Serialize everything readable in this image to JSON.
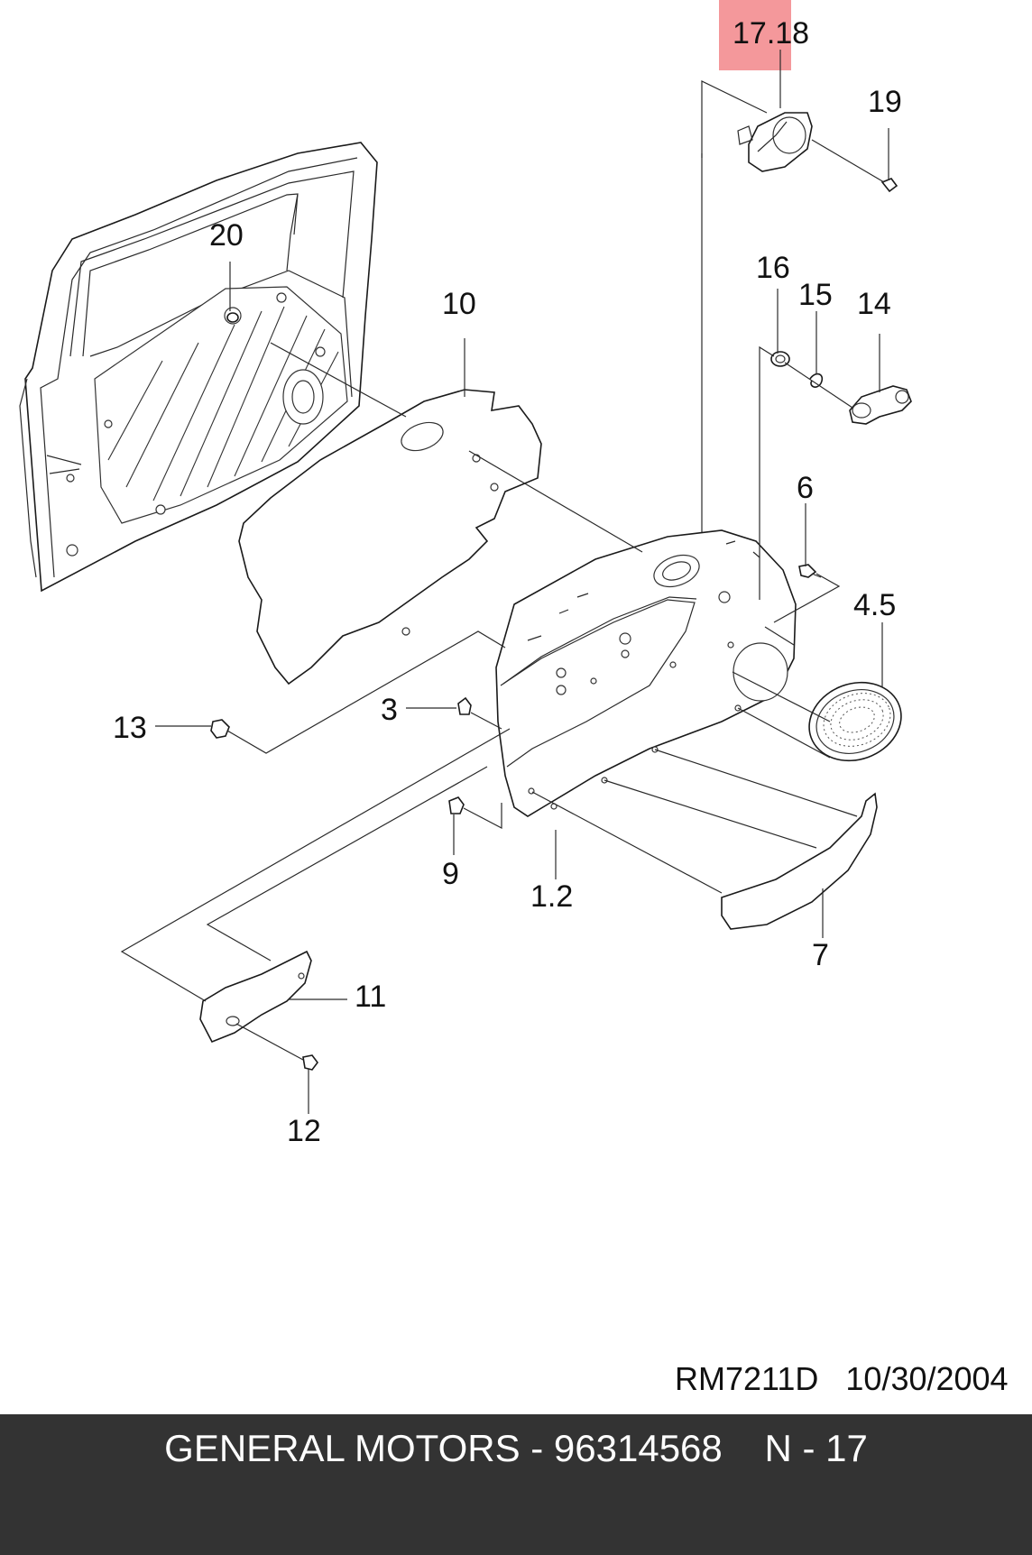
{
  "diagram": {
    "callouts": [
      {
        "id": "c-17-18",
        "text": "17.18",
        "highlighted": true
      },
      {
        "id": "c-19",
        "text": "19"
      },
      {
        "id": "c-20",
        "text": "20"
      },
      {
        "id": "c-10",
        "text": "10"
      },
      {
        "id": "c-16",
        "text": "16"
      },
      {
        "id": "c-15",
        "text": "15"
      },
      {
        "id": "c-14",
        "text": "14"
      },
      {
        "id": "c-6",
        "text": "6"
      },
      {
        "id": "c-4-5",
        "text": "4.5"
      },
      {
        "id": "c-13",
        "text": "13"
      },
      {
        "id": "c-3",
        "text": "3"
      },
      {
        "id": "c-9",
        "text": "9"
      },
      {
        "id": "c-1-2",
        "text": "1.2"
      },
      {
        "id": "c-7",
        "text": "7"
      },
      {
        "id": "c-11",
        "text": "11"
      },
      {
        "id": "c-12",
        "text": "12"
      }
    ],
    "highlight_color": "#f4989b",
    "reference": "RM7211D   10/30/2004"
  },
  "footer": {
    "text": "GENERAL MOTORS - 96314568    N - 17",
    "background": "#333333",
    "text_color": "#ffffff"
  }
}
